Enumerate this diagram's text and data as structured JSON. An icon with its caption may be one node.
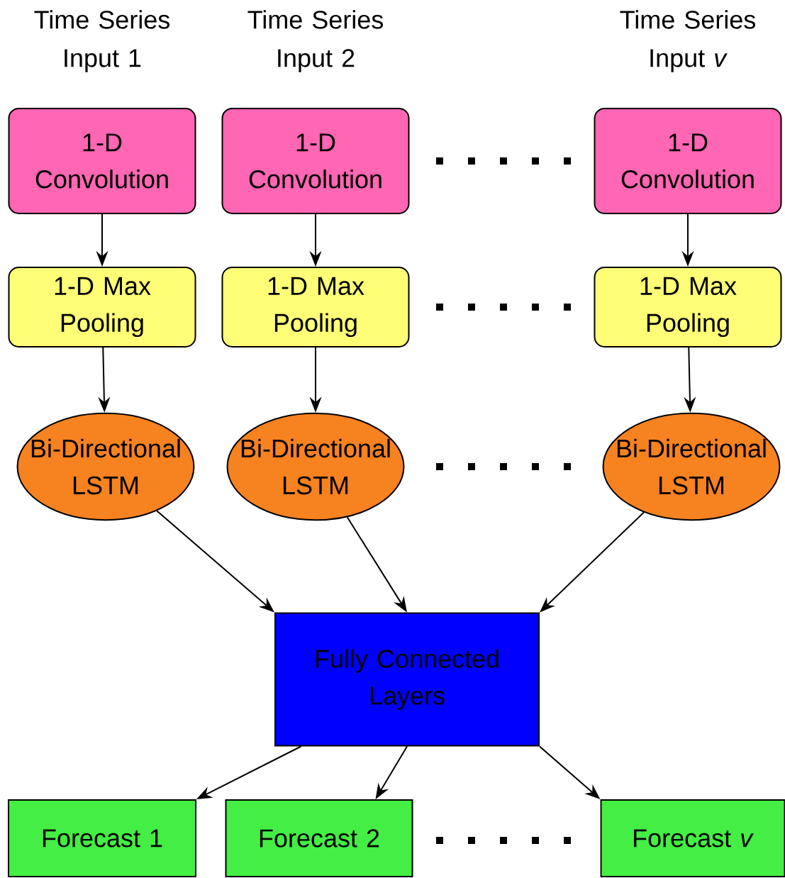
{
  "diagram": {
    "nodes": [
      {
        "text": [
          "1-D Convolution"
        ],
        "beside": [
          "Time Series Input 1"
        ]
      },
      {
        "text": [
          "1-D Convolution"
        ],
        "beside": [
          "Time Series Input 2"
        ]
      },
      {
        "text": [
          "1-D Convolution"
        ],
        "beside": [
          "Time Series Input *v*"
        ]
      },
      {
        "text": [
          "1-D Max Pooling"
        ]
      },
      {
        "text": [
          "1-D Max Pooling"
        ]
      },
      {
        "text": [
          "1-D Max Pooling"
        ]
      },
      {
        "text": [
          "Bi-Directional LSTM"
        ]
      },
      {
        "text": [
          "Bi-Directional LSTM"
        ]
      },
      {
        "text": [
          "Bi-Directional LSTM"
        ]
      },
      {
        "text": [
          "Fully Connected Layers"
        ]
      },
      {
        "text": [
          "Forecast 1"
        ]
      },
      {
        "text": [
          "Forecast 2"
        ]
      },
      {
        "text": [
          "Forecast *v*"
        ]
      }
    ],
    "edges": [
      {
        "from": 0,
        "to": 3,
        "arrow": "to"
      },
      {
        "from": 1,
        "to": 4,
        "arrow": "to"
      },
      {
        "from": 2,
        "to": 5,
        "arrow": "to"
      },
      {
        "from": 3,
        "to": 6,
        "arrow": "to"
      },
      {
        "from": 4,
        "to": 7,
        "arrow": "to"
      },
      {
        "from": 5,
        "to": 8,
        "arrow": "to"
      },
      {
        "from": 6,
        "to": 9,
        "arrow": "to"
      },
      {
        "from": 7,
        "to": 9,
        "arrow": "to"
      },
      {
        "from": 8,
        "to": 9,
        "arrow": "to"
      },
      {
        "from": 9,
        "to": 10,
        "arrow": "to"
      },
      {
        "from": 9,
        "to": 11,
        "arrow": "to"
      },
      {
        "from": 9,
        "to": 12,
        "arrow": "to"
      }
    ]
  }
}
